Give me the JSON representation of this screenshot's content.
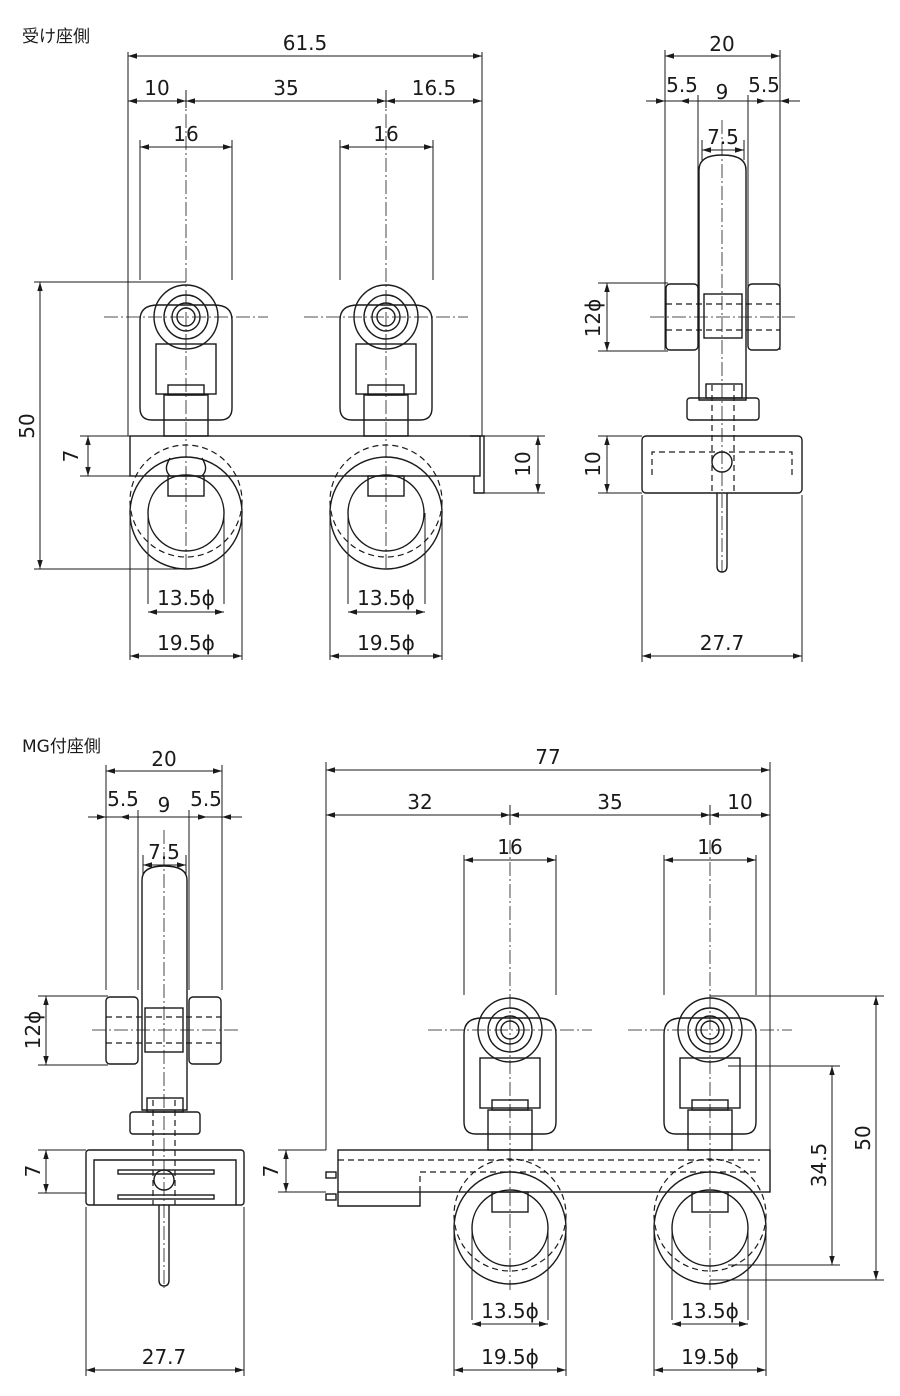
{
  "sections": {
    "top_title": "受け座側",
    "bottom_title": "MG付座側"
  },
  "top_front": {
    "overall_width": "61.5",
    "seg_left": "10",
    "seg_mid": "35",
    "seg_right": "16.5",
    "roller_width_1": "16",
    "roller_width_2": "16",
    "height": "50",
    "plate_thickness": "7",
    "plate_height_right": "10",
    "ring_inner_1": "13.5ϕ",
    "ring_inner_2": "13.5ϕ",
    "ring_outer_1": "19.5ϕ",
    "ring_outer_2": "19.5ϕ"
  },
  "top_side": {
    "overall_width": "20",
    "seg_left": "5.5",
    "seg_mid": "9",
    "seg_right": "5.5",
    "shaft_width": "7.5",
    "roller_dia": "12ϕ",
    "plate_height": "10",
    "base_width": "27.7"
  },
  "bottom_side": {
    "overall_width": "20",
    "seg_left": "5.5",
    "seg_mid": "9",
    "seg_right": "5.5",
    "shaft_width": "7.5",
    "roller_dia": "12ϕ",
    "plate_thickness": "7",
    "base_width": "27.7"
  },
  "bottom_front": {
    "overall_width": "77",
    "seg_left": "32",
    "seg_mid": "35",
    "seg_right": "10",
    "roller_width_1": "16",
    "roller_width_2": "16",
    "plate_thickness": "7",
    "height": "50",
    "inner_height": "34.5",
    "ring_inner_1": "13.5ϕ",
    "ring_inner_2": "13.5ϕ",
    "ring_outer_1": "19.5ϕ",
    "ring_outer_2": "19.5ϕ"
  }
}
